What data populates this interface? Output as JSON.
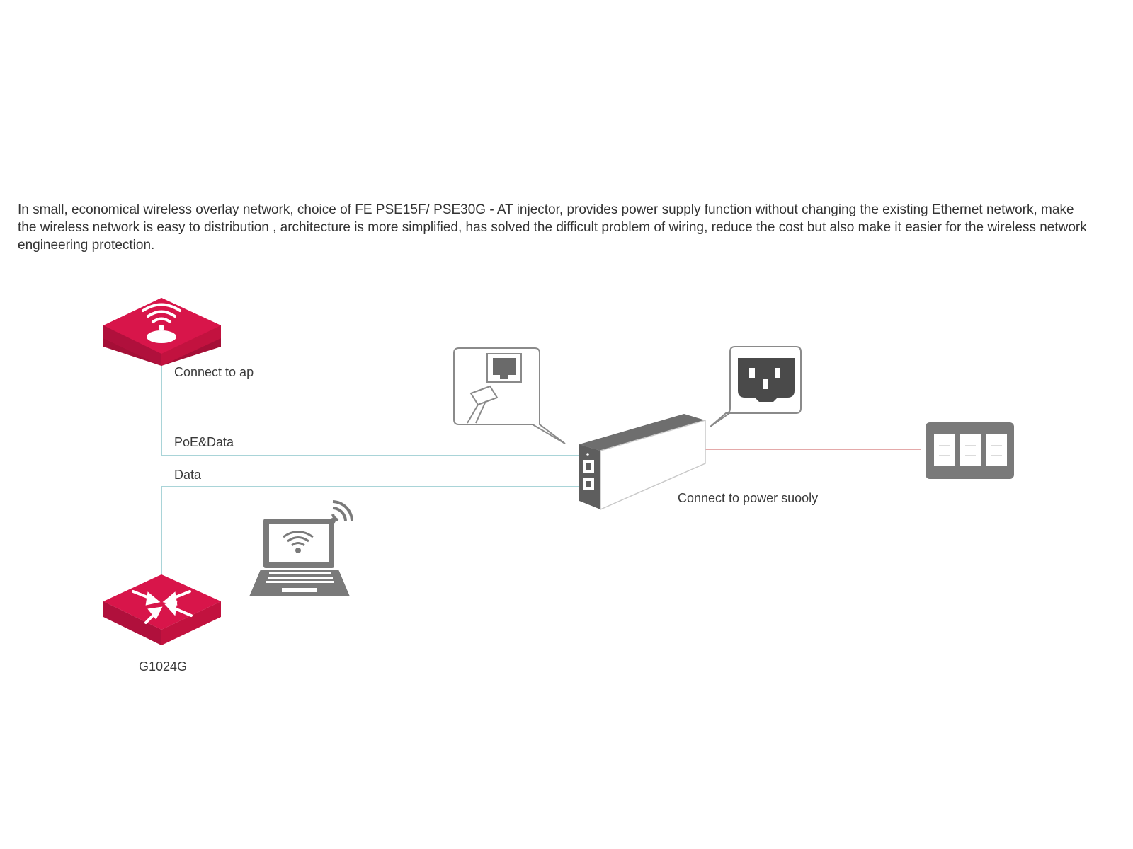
{
  "description": "In small, economical wireless overlay network, choice of FE PSE15F/ PSE30G - AT injector, provides power supply function without changing the existing Ethernet network, make the wireless network is easy to distribution , architecture is more simplified, has solved the difficult problem of wiring, reduce the cost but also make it easier for the wireless network engineering protection.",
  "labels": {
    "ap": "Connect to ap",
    "poe_data": "PoE&Data",
    "data": "Data",
    "power": "Connect to power suooly",
    "switch": "G1024G"
  },
  "colors": {
    "device_red": "#d8154a",
    "line_teal": "#a9d4d8",
    "line_red": "#e4a9a9",
    "device_gray": "#7a7a7a",
    "text": "#333333"
  },
  "icons": {
    "access_point": "wifi-access-point-icon",
    "switch": "network-switch-icon",
    "laptop": "wireless-laptop-icon",
    "injector": "poe-injector-icon",
    "rj45_callout": "rj45-port-icon",
    "power_callout": "power-socket-icon",
    "outlet": "power-strip-icon"
  }
}
